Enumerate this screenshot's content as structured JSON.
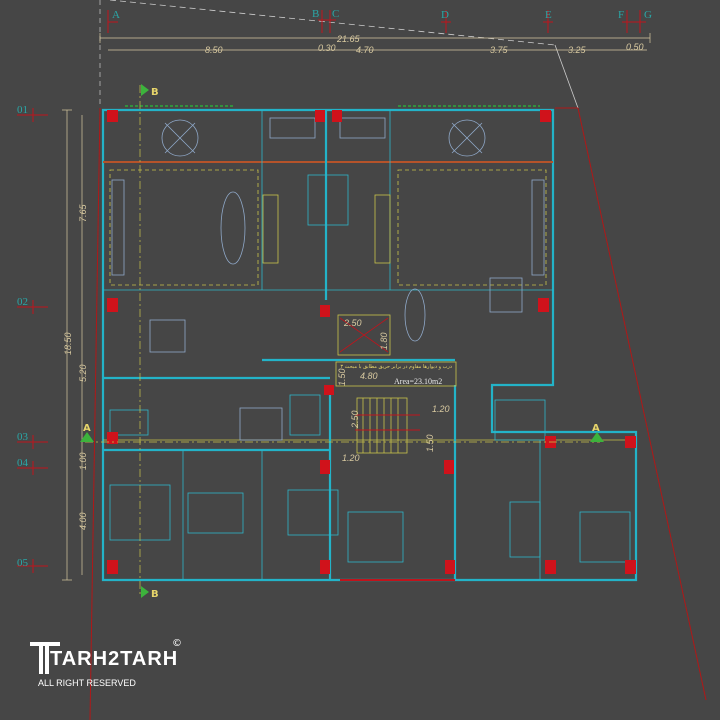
{
  "grid_columns": [
    "A",
    "B",
    "C",
    "D",
    "E",
    "F",
    "G"
  ],
  "grid_rows": [
    "01",
    "02",
    "03",
    "04",
    "05"
  ],
  "dimensions_top": {
    "total": "21.65",
    "segments": [
      "8.50",
      "0.30",
      "4.70",
      "3.75",
      "3.25",
      "0.50"
    ]
  },
  "dimensions_left": {
    "total": "18.50",
    "segments": [
      "7.65",
      "5.20",
      "1.00",
      "4.00"
    ]
  },
  "section_markers": {
    "a": "A",
    "b": "B"
  },
  "annotations": {
    "fire_note": "درب و دیوارها مقاوم در برابر حریق مطابق با مبحث ۳",
    "lobby_width": "4.80",
    "lobby_depth": "1.50",
    "area": "Area=23.10m2",
    "shaft_w": "2.50",
    "shaft_h": "1.80",
    "stair_len": "2.50",
    "landing_1": "1.20",
    "landing_2": "1.20",
    "landing_3": "1.50"
  },
  "logo": {
    "name": "TARH2TARH",
    "subtitle": "ALL RIGHT RESERVED",
    "copyright": "©"
  }
}
